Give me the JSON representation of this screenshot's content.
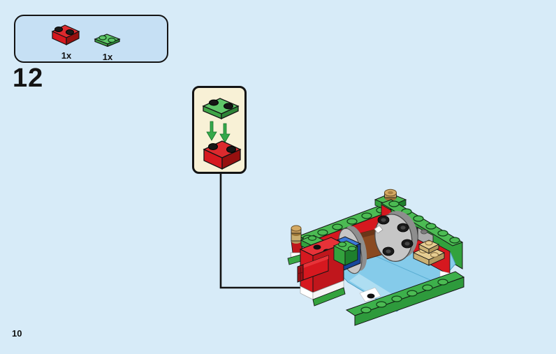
{
  "page": {
    "number": "10"
  },
  "step": {
    "number": "12"
  },
  "parts_box": {
    "items": [
      {
        "id": "red-brick-1x2",
        "label": "1x",
        "color": "#D6181F"
      },
      {
        "id": "green-plate-1x2",
        "label": "1x",
        "color": "#5FC769"
      }
    ]
  },
  "callout": {
    "pieces": [
      "green-plate-1x2",
      "red-brick-1x2"
    ],
    "arrow_color": "#35A94B",
    "background": "#F8F1D6"
  },
  "model": {
    "description": "partially built LEGO module: green walled box with red interior, gray drum on brown axle, blue brick, azure floor, tan plates, red axle protruding left, green base plate",
    "colors": {
      "background": "#D7EBF8",
      "parts_box_fill": "#C6E0F4",
      "outline": "#141414",
      "green": "#3DB04B",
      "red": "#D6181F",
      "blue": "#1E5FC8",
      "azure": "#85CBEA",
      "tan": "#E6CD92",
      "brown": "#8A4A21",
      "gray": "#C4C4C4",
      "gold": "#C49A5B",
      "white": "#FFFFFF"
    }
  }
}
